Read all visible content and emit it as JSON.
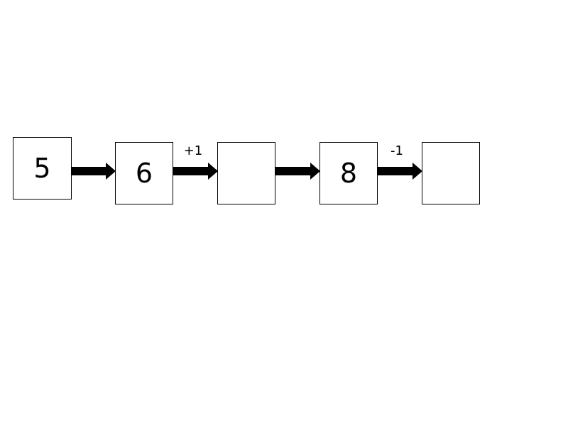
{
  "boxes": [
    {
      "value": "5"
    },
    {
      "value": "6"
    },
    {
      "value": ""
    },
    {
      "value": "8"
    },
    {
      "value": ""
    }
  ],
  "arrows": [
    {
      "label": ""
    },
    {
      "label": "+1"
    },
    {
      "label": ""
    },
    {
      "label": "-1"
    }
  ],
  "colors": {
    "stroke": "#000000",
    "background": "#ffffff"
  }
}
